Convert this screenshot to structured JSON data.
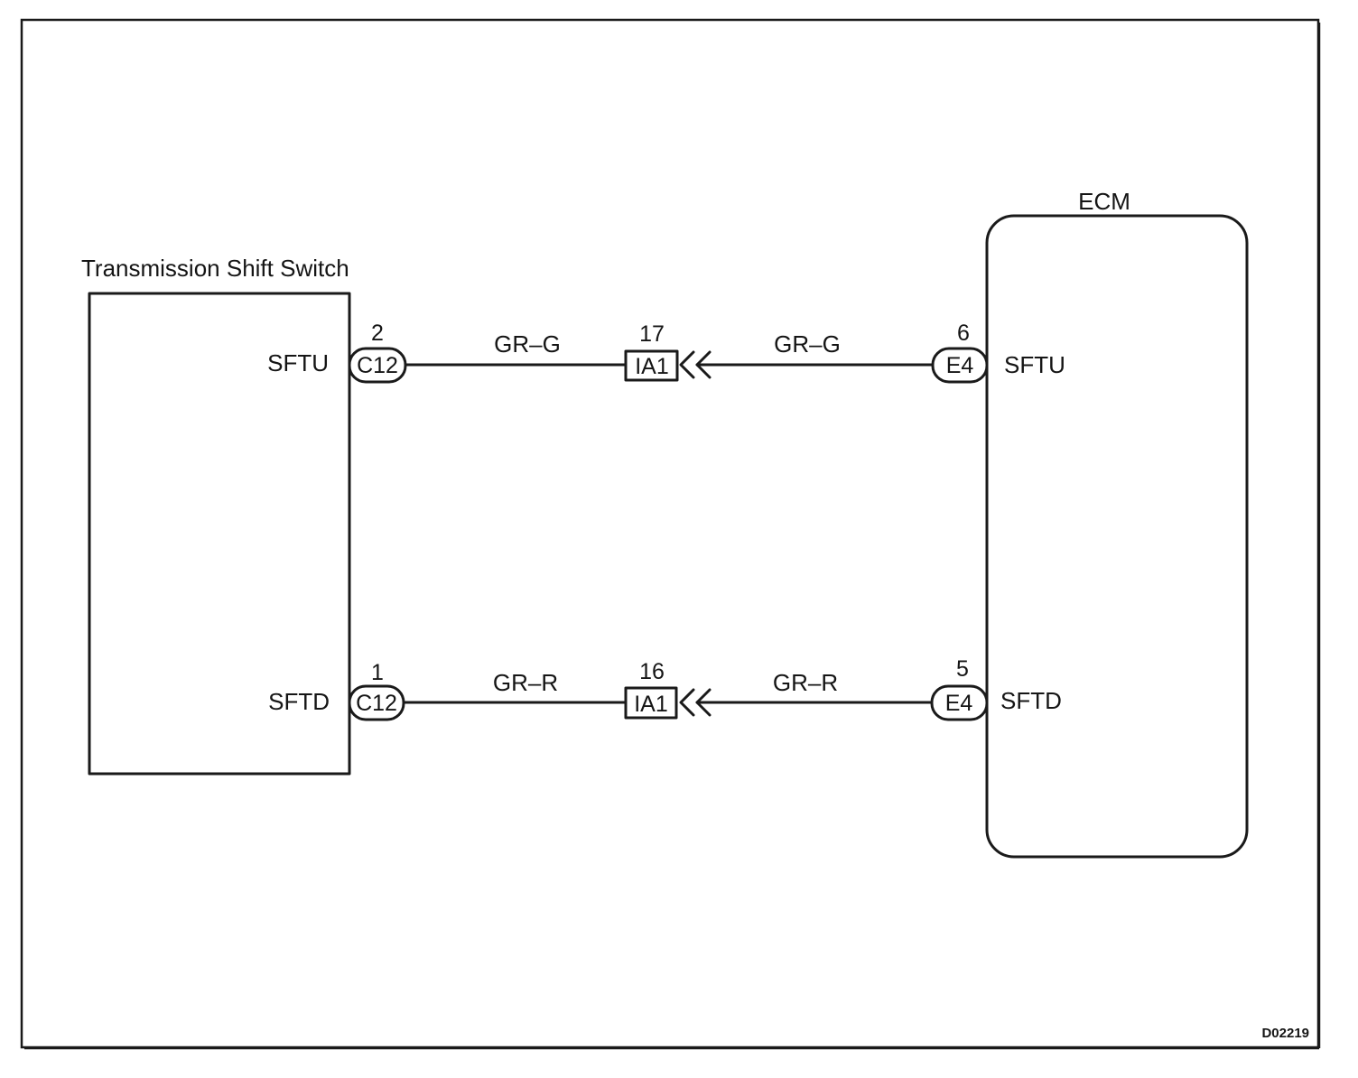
{
  "components": {
    "switch": {
      "label": "Transmission Shift Switch"
    },
    "ecm": {
      "label": "ECM"
    }
  },
  "circuits": [
    {
      "switch_terminal": "SFTU",
      "switch_connector": "C12",
      "switch_pin": "2",
      "wire_color_switch_side": "GR–G",
      "junction_connector": "IA1",
      "junction_pin": "17",
      "wire_color_ecm_side": "GR–G",
      "ecm_connector": "E4",
      "ecm_pin": "6",
      "ecm_terminal": "SFTU"
    },
    {
      "switch_terminal": "SFTD",
      "switch_connector": "C12",
      "switch_pin": "1",
      "wire_color_switch_side": "GR–R",
      "junction_connector": "IA1",
      "junction_pin": "16",
      "wire_color_ecm_side": "GR–R",
      "ecm_connector": "E4",
      "ecm_pin": "5",
      "ecm_terminal": "SFTD"
    }
  ],
  "figure_id": "D02219"
}
